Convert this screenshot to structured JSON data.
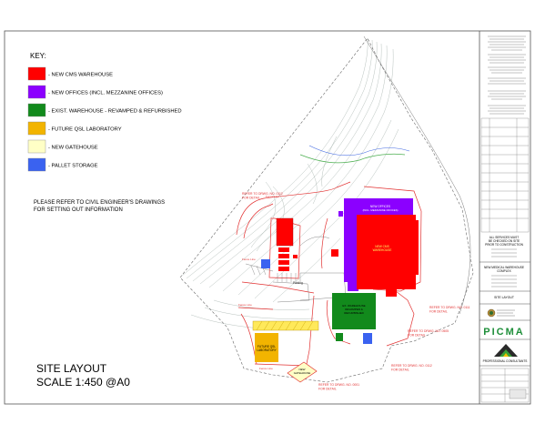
{
  "drawing": {
    "title_main": "SITE LAYOUT",
    "title_scale": "SCALE 1:450 @A0",
    "note": [
      "PLEASE REFER TO CIVIL ENGINEER'S DRAWINGS",
      "FOR SETTING OUT INFORMATION"
    ]
  },
  "key": {
    "title": "KEY:",
    "items": [
      {
        "label": "- NEW CMS WAREHOUSE",
        "color": "#ff0000"
      },
      {
        "label": "- NEW OFFICES (INCL. MEZZANINE OFFICES)",
        "color": "#8b00ff"
      },
      {
        "label": "- EXIST. WAREHOUSE - REVAMPED & REFURBISHED",
        "color": "#128a1c"
      },
      {
        "label": "- FUTURE QSL LABORATORY",
        "color": "#f2b400"
      },
      {
        "label": "- NEW GATEHOUSE",
        "color": "#ffffc6"
      },
      {
        "label": "- PALLET STORAGE",
        "color": "#3a62f0"
      }
    ]
  },
  "plan_labels": {
    "offices": [
      "NEW OFFICES",
      "(INCL. MEZZANINE OFFICES)"
    ],
    "cms": [
      "NEW CMS",
      "WAREHOUSE"
    ],
    "existing": [
      "EX. WAREHOUSE",
      "REVAMPED &",
      "REFURBISHED"
    ],
    "qsl": [
      "FUTURE QSL",
      "LABORATORY"
    ],
    "gatehouse": [
      "NEW",
      "GATEHOUSE"
    ],
    "parking": "Parking",
    "fence_1": "Fence Line",
    "fence_2": "Fence Line",
    "fence_3": "Fence Line",
    "fence_4": "Fence Line"
  },
  "references": [
    [
      "REFER TO DRWG. NO. 0112",
      "FOR DETAIL"
    ],
    [
      "REFER TO DRWG. NO. 0111",
      "FOR DETAIL"
    ],
    [
      "REFER TO DRWG. NO. 0505",
      "FOR DETAIL"
    ],
    [
      "REFER TO DRWG. NO. 0112",
      "FOR DETAIL"
    ],
    [
      "REFER TO DRWG. NO. 0001",
      "FOR DETAIL"
    ]
  ],
  "title_block": {
    "notice": [
      "ALL SERVICES MUST",
      "BE CHECKED ON SITE",
      "PRIOR TO CONSTRUCTION"
    ],
    "project": [
      "NEW MEDICAL WAREHOUSE",
      "COMPLEX"
    ],
    "drawing_name": "SITE LAYOUT",
    "logo": "PICMA",
    "consultants": "PROFESSIONAL CONSULTANTS"
  }
}
